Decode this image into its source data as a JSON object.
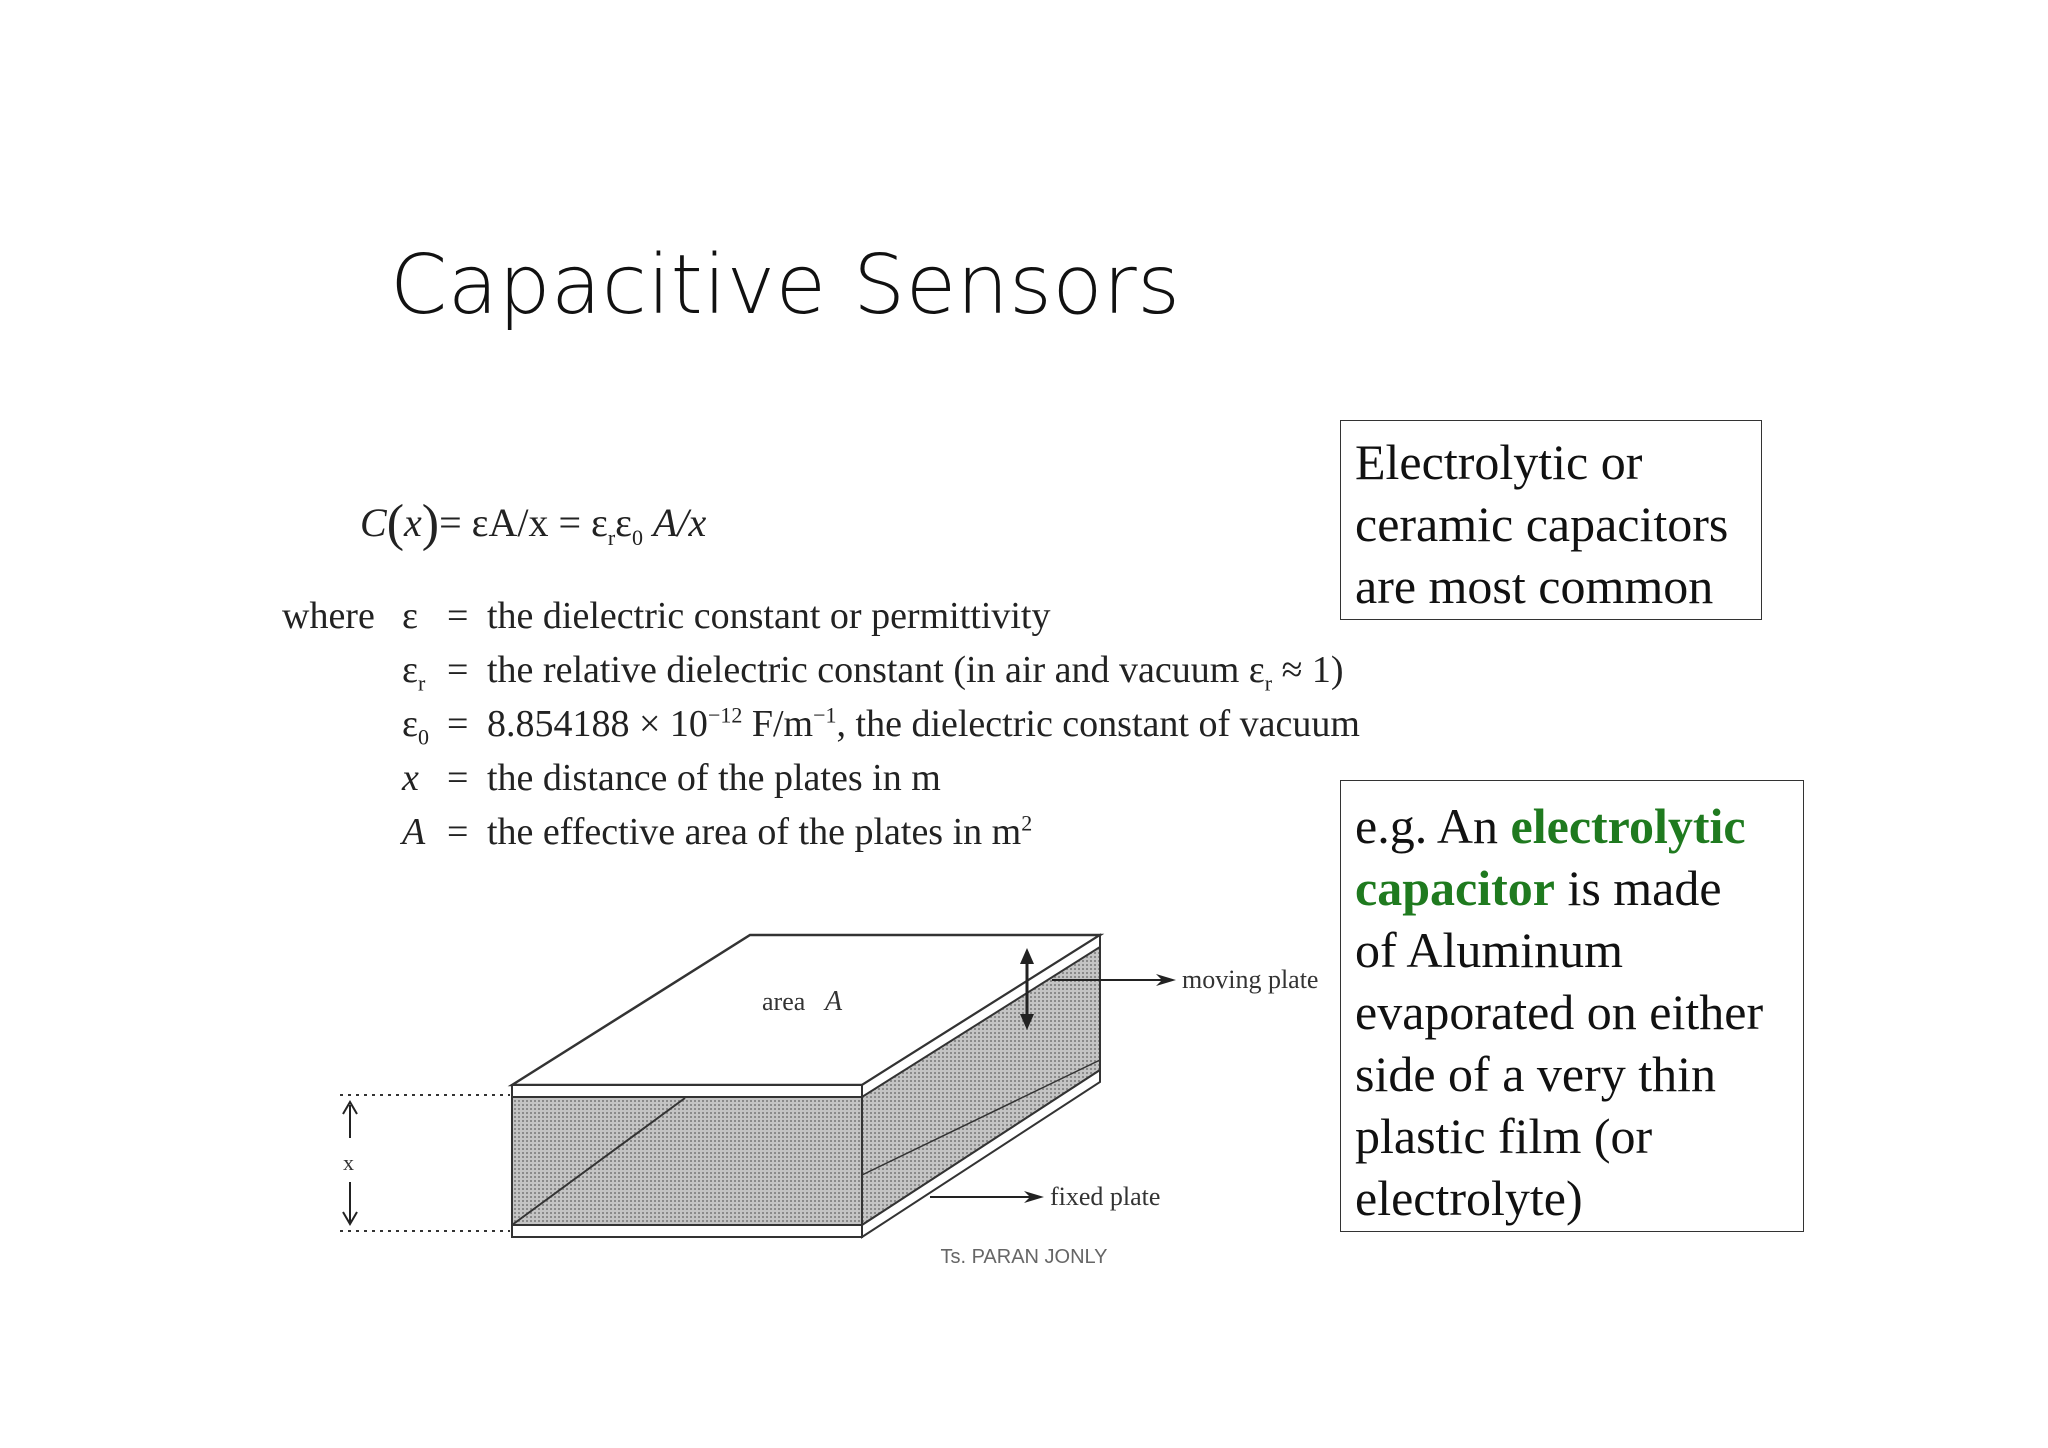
{
  "title": "Capacitive Sensors",
  "formula": {
    "lhs": "C",
    "arg": "x",
    "eq1": "= εA/x = ε",
    "sub_r": "r",
    "eps": "ε",
    "sub_0": "0",
    "tail": "A/x"
  },
  "definitions": {
    "where": "where",
    "eq": "=",
    "rows": [
      {
        "symbol": "ε",
        "sub": "",
        "text": "the dielectric constant or permittivity"
      },
      {
        "symbol": "ε",
        "sub": "r",
        "text_pre": "the relative dielectric constant (in air and vacuum ε",
        "text_sub": "r",
        "text_post": " ≈ 1)"
      },
      {
        "symbol": "ε",
        "sub": "0",
        "text_pre": "8.854188 × 10",
        "text_sup": "−12",
        "text_mid": " F/m",
        "text_sup2": "−1",
        "text_post": ", the dielectric constant of vacuum"
      },
      {
        "symbol": "x",
        "sub": "",
        "text": "the distance of the plates in m"
      },
      {
        "symbol": "A",
        "sub": "",
        "text_pre": "the effective area of the plates in m",
        "text_sup": "2"
      }
    ]
  },
  "box1": {
    "lines": [
      "Electrolytic or",
      "ceramic capacitors",
      "are most common"
    ]
  },
  "box2": {
    "l1_pre": "e.g. An ",
    "l1_green": "electrolytic",
    "l2_green": "capacitor",
    "l2_post": " is made",
    "l3": "of Aluminum",
    "l4": "evaporated on either",
    "l5": "side of a very thin",
    "l6": "plastic film (or",
    "l7": "electrolyte)"
  },
  "diagram": {
    "area_label": "area",
    "area_symbol": "A",
    "moving_label": "moving plate",
    "fixed_label": "fixed plate",
    "x_label": "x"
  },
  "footer": "Ts. PARAN JONLY",
  "colors": {
    "accent_green": "#1f7a1f",
    "fill_gray": "#b9b9b9"
  }
}
